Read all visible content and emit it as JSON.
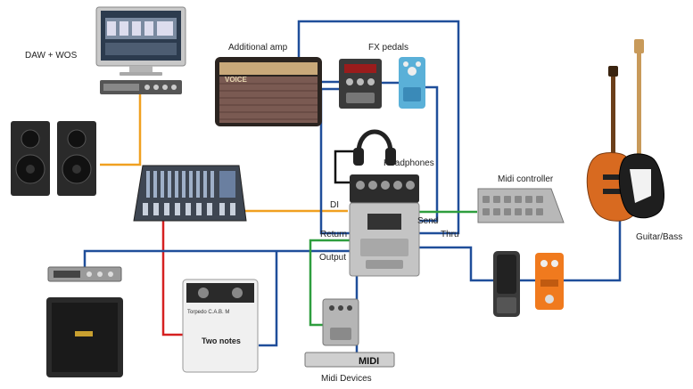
{
  "labels": {
    "daw": "DAW + WOS",
    "additional_amp": "Additional amp",
    "fx_pedals": "FX pedals",
    "headphones": "Headphones",
    "midi_controller": "Midi controller",
    "guitar_bass": "Guitar/Bass",
    "midi_devices": "Midi Devices"
  },
  "ports": {
    "di": "DI",
    "send": "Send",
    "return": "Return",
    "thru": "Thru",
    "output": "Output"
  },
  "device_text": {
    "amp_brand": "VOICE",
    "torpedo_brand": "Two notes",
    "torpedo_model": "Torpedo C.A.B. M",
    "midi_box": "MIDI"
  },
  "colors": {
    "blue_cable": "#1f4e9a",
    "orange_cable": "#f0a020",
    "red_cable": "#d62020",
    "green_cable": "#2e9e3e",
    "black_cable": "#111111"
  },
  "icons": [
    "monitor-icon",
    "speaker-icon",
    "mixer-icon",
    "amp-icon",
    "pedal-icon",
    "headphones-icon",
    "guitar-icon",
    "bass-icon",
    "cabinet-icon"
  ]
}
